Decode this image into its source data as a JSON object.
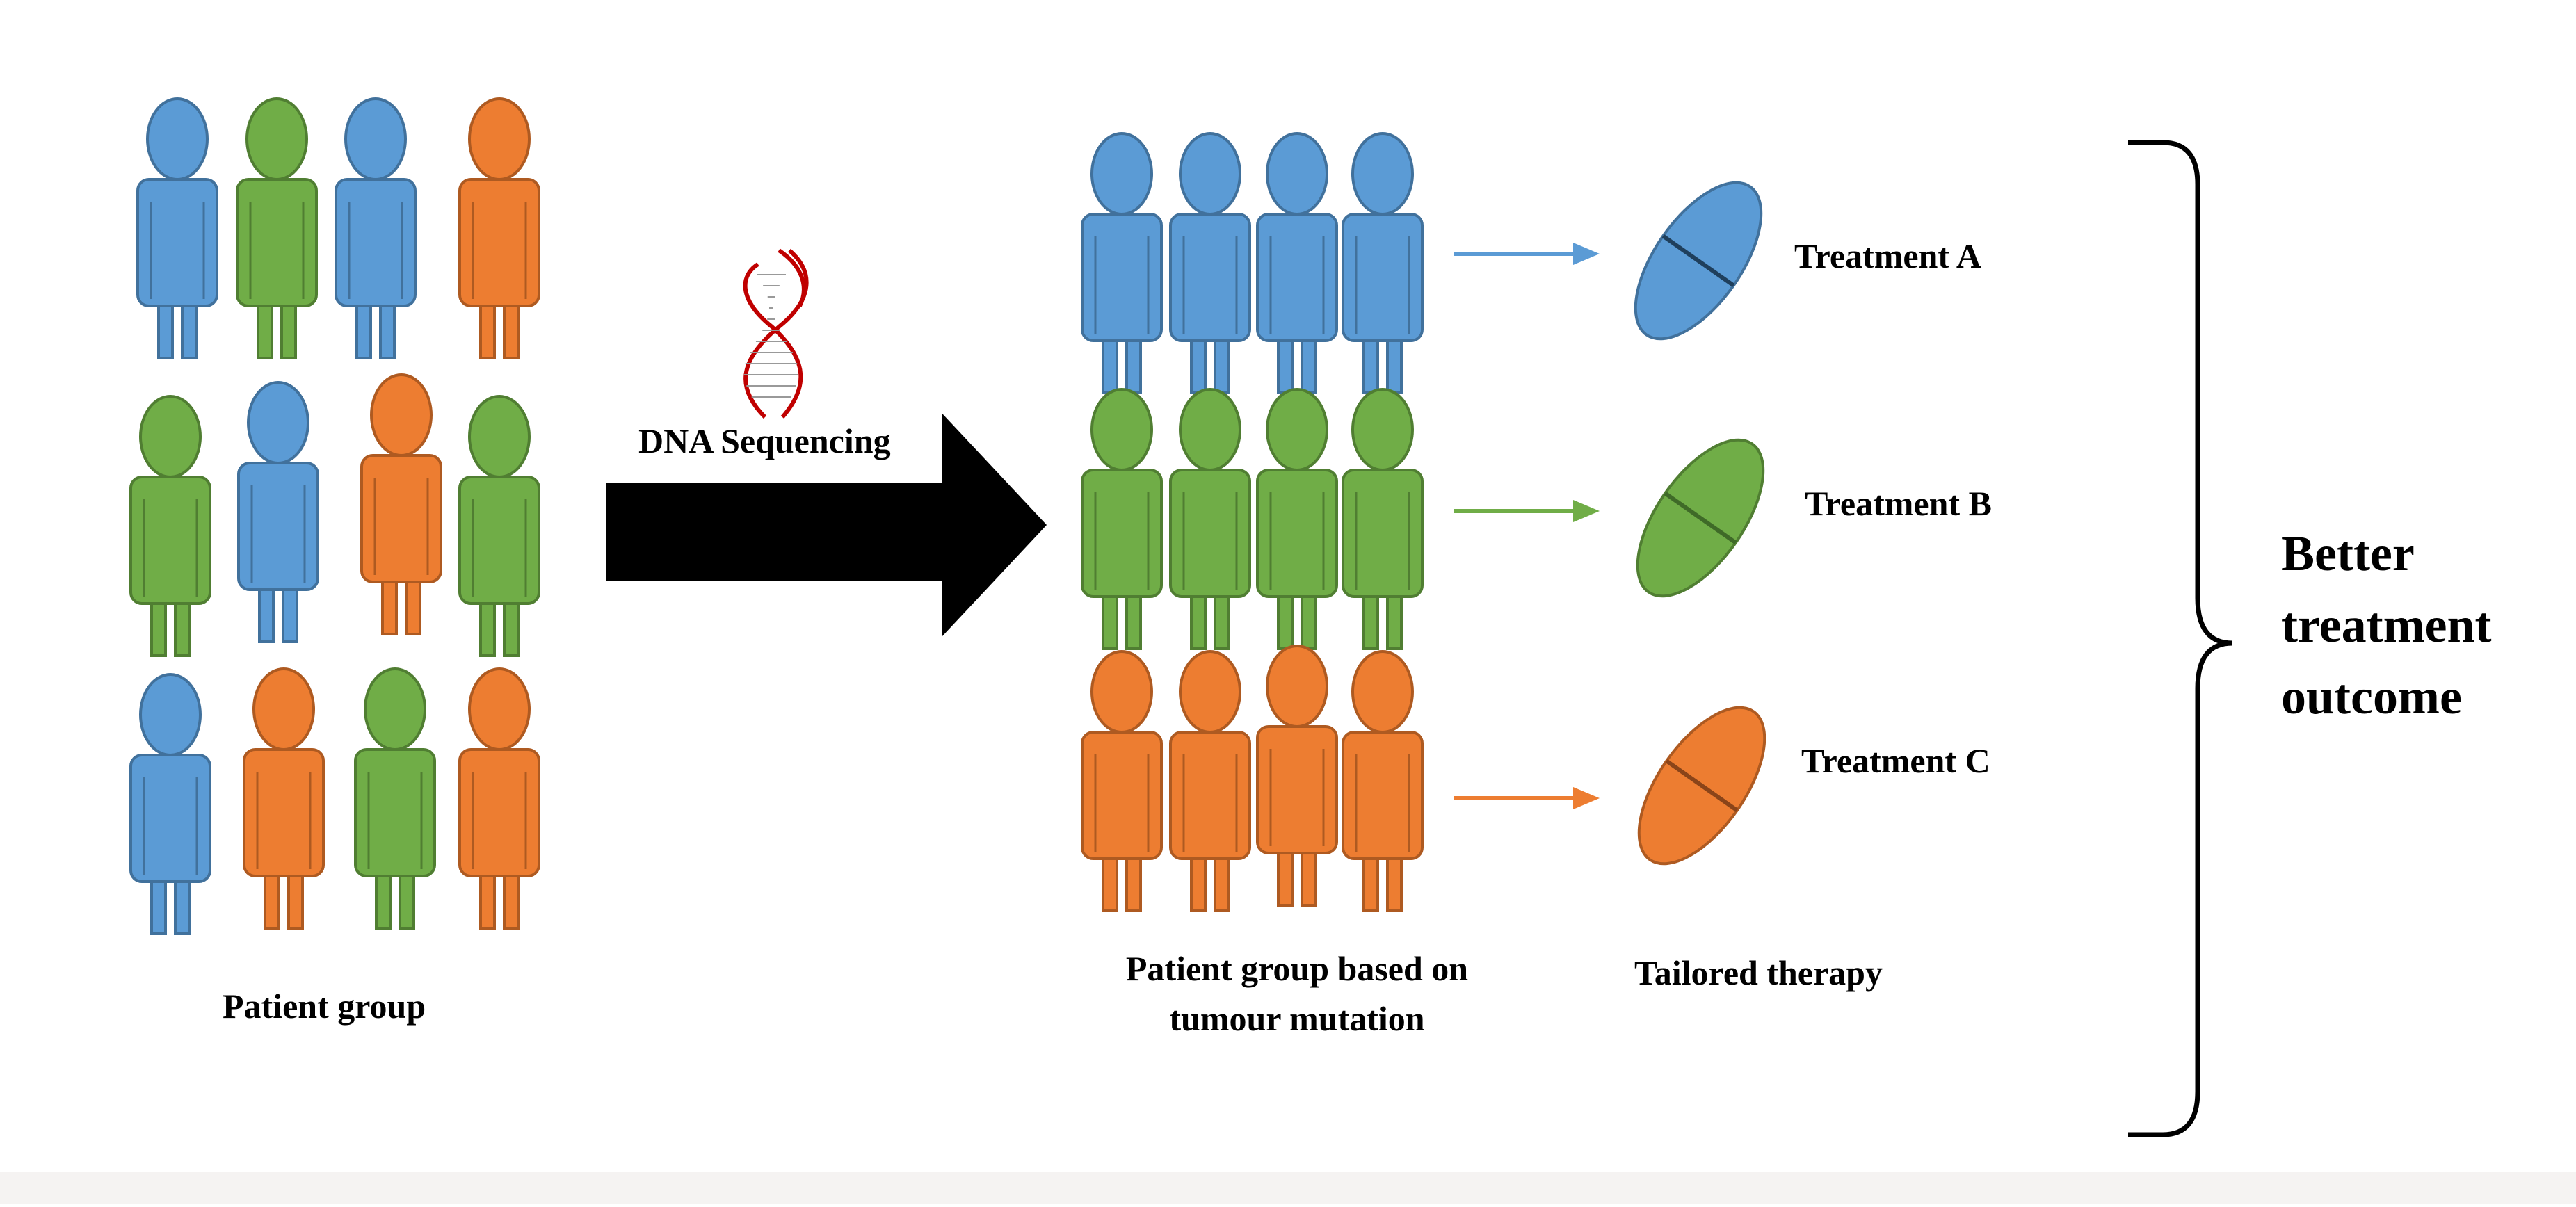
{
  "labels": {
    "patient_group": "Patient group",
    "dna_sequencing": "DNA Sequencing",
    "grouped_patients": "Patient group based on tumour mutation",
    "tailored_therapy": "Tailored therapy",
    "outcome": "Better treatment outcome"
  },
  "treatments": [
    {
      "label": "Treatment A",
      "color": "#5b9bd5",
      "stroke": "#41719c",
      "band": "#1f3f5c"
    },
    {
      "label": "Treatment B",
      "color": "#70ad47",
      "stroke": "#507e32",
      "band": "#3f6a28"
    },
    {
      "label": "Treatment C",
      "color": "#ed7d31",
      "stroke": "#ae5a21",
      "band": "#8a4419"
    }
  ],
  "colors": {
    "blue": "#5b9bd5",
    "blue_stroke": "#41719c",
    "green": "#70ad47",
    "green_stroke": "#507e32",
    "orange": "#ed7d31",
    "orange_stroke": "#ae5a21",
    "arrow": "#000000",
    "dna": "#c00000"
  },
  "mixed_grid": [
    [
      "blue",
      "green",
      "blue",
      "orange"
    ],
    [
      "green",
      "blue",
      "orange",
      "green"
    ],
    [
      "blue",
      "orange",
      "green",
      "orange"
    ]
  ],
  "grouped_grid": [
    [
      "blue",
      "blue",
      "blue",
      "blue"
    ],
    [
      "green",
      "green",
      "green",
      "green"
    ],
    [
      "orange",
      "orange",
      "orange",
      "orange"
    ]
  ],
  "icons": {
    "dna": "dna-helix-icon",
    "big_arrow": "right-arrow-icon",
    "person": "person-icon",
    "pill": "capsule-pill-icon",
    "brace": "right-curly-brace"
  }
}
